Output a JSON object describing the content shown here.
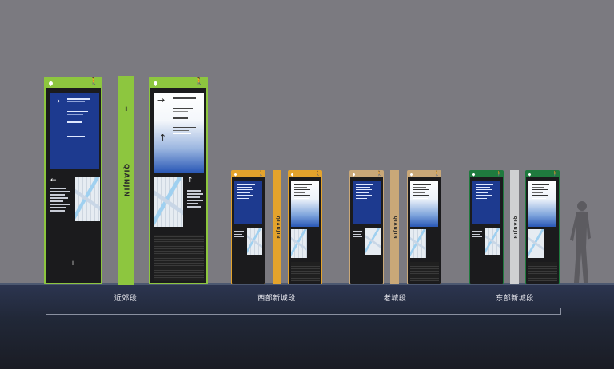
{
  "colors": {
    "background": "#7b7a80",
    "green": "#8dc63f",
    "orange": "#e3a32c",
    "tan": "#c9a878",
    "darkgreen": "#1f7a3e",
    "lightgray_pillar": "#cfd0d2",
    "screen_blue": "#1d3a8f"
  },
  "sections": [
    {
      "label": "近郊段"
    },
    {
      "label": "西部新城段"
    },
    {
      "label": "老城段"
    },
    {
      "label": "东部新城段"
    }
  ],
  "pillar_text": "QIANJIN",
  "icons": [
    "location-pin-icon",
    "pedestrian-icon",
    "arrow-right-icon",
    "arrow-up-icon",
    "arrow-left-icon"
  ]
}
